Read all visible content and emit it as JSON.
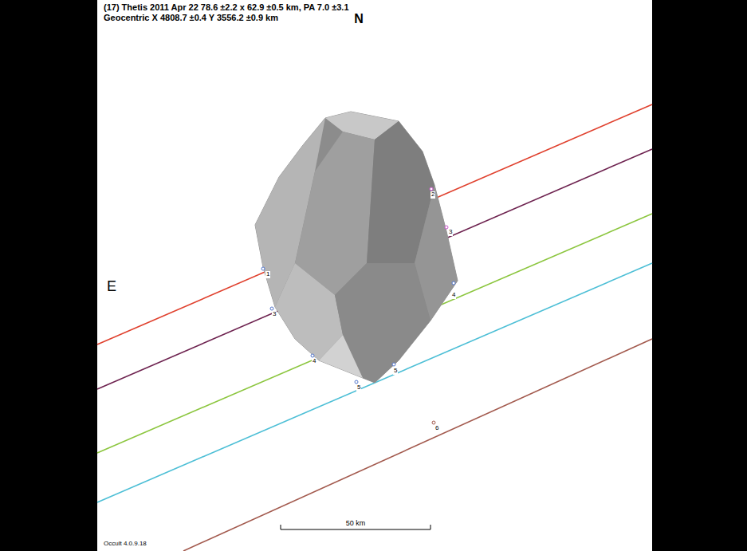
{
  "diagram": {
    "title": "(17) Thetis 2011 Apr 22 78.6 ±2.2 x 62.9 ±0.5 km, PA 7.0 ±3.1",
    "labels": [
      "Geocentric X 4808.7 ±0.4 Y 3556.2 ±0.9 km",
      "N",
      "E",
      "1",
      "2",
      "3",
      "3",
      "4",
      "4",
      "5",
      "5",
      "6",
      "50 km",
      "Occult 4.0.9.18"
    ]
  }
}
